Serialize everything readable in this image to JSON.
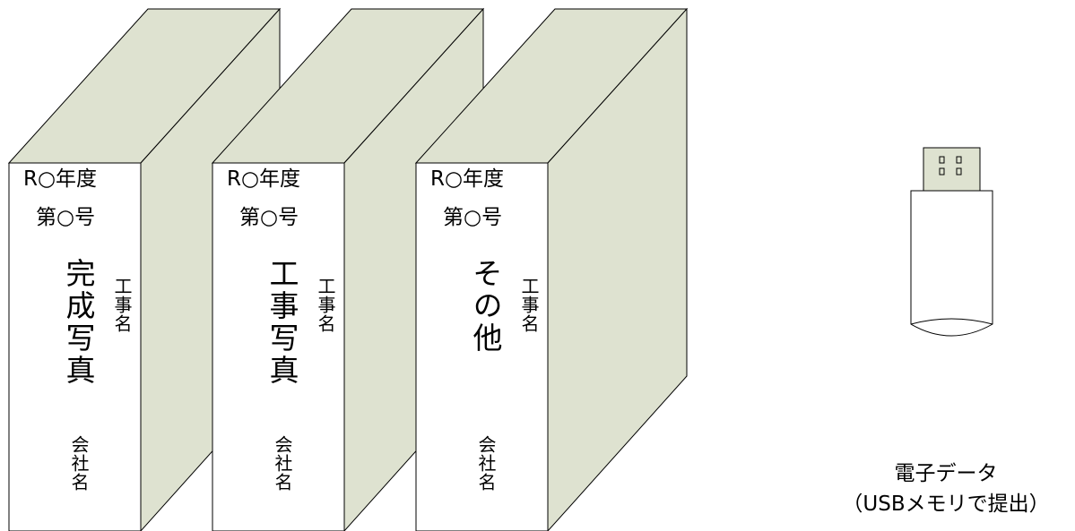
{
  "colors": {
    "cover_fill": "#dee2d0",
    "spine_fill": "#ffffff",
    "stroke": "#000000",
    "usb_connector_fill": "#dee2d0"
  },
  "books": [
    {
      "header_line1": "R○年度",
      "header_line2": "第○号",
      "title": "完成写真",
      "work_name_label": "工事名",
      "company_label": "会社名"
    },
    {
      "header_line1": "R○年度",
      "header_line2": "第○号",
      "title": "工事写真",
      "work_name_label": "工事名",
      "company_label": "会社名"
    },
    {
      "header_line1": "R○年度",
      "header_line2": "第○号",
      "title": "その他",
      "work_name_label": "工事名",
      "company_label": "会社名"
    }
  ],
  "usb": {
    "icon": "usb-memory-icon",
    "label_line1": "電子データ",
    "label_line2": "（USBメモリで提出）"
  }
}
